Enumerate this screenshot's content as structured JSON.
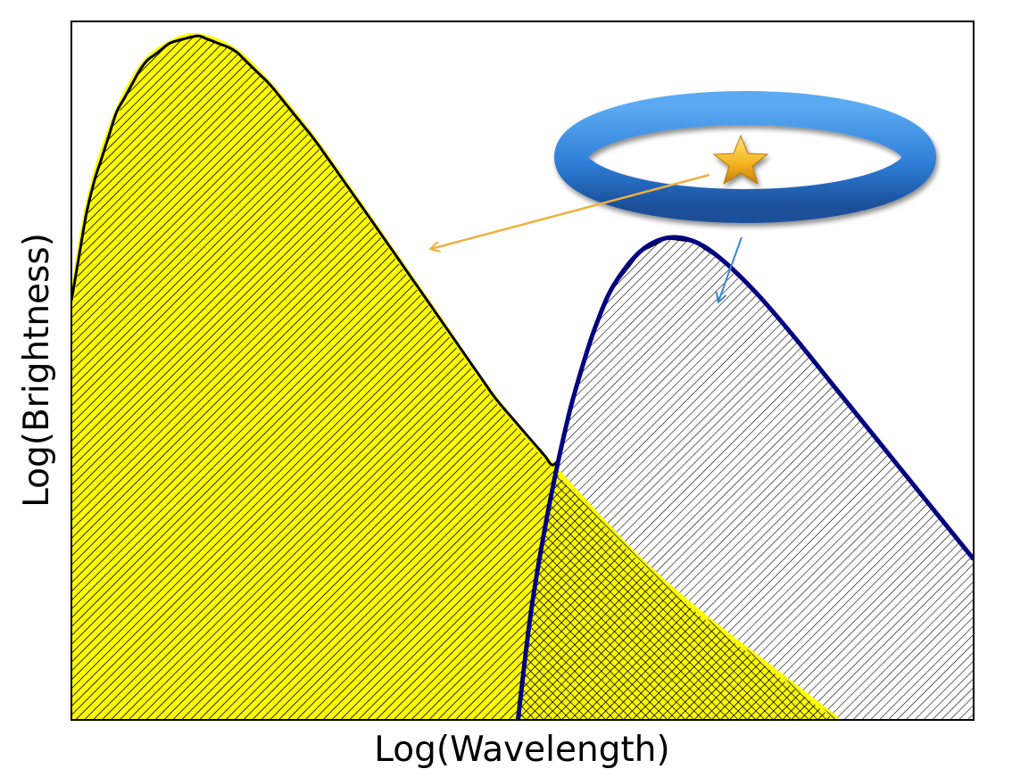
{
  "chart_data": {
    "type": "area",
    "title": "",
    "xlabel": "Log(Wavelength)",
    "ylabel": "Log(Brightness)",
    "x_ticks": [],
    "y_ticks": [],
    "grid": false,
    "legend": "none",
    "xlim": [
      0,
      1
    ],
    "ylim": [
      0,
      1
    ],
    "series": [
      {
        "fill_color": "#ffff00",
        "edge_color": "#ffff00",
        "hatch": "diagonal",
        "x": [
          0,
          0.02,
          0.05,
          0.08,
          0.11,
          0.14,
          0.18,
          0.22,
          0.27,
          0.33,
          0.4,
          0.47,
          0.55,
          0.63,
          0.7,
          0.77,
          0.85
        ],
        "y": [
          0.6,
          0.75,
          0.87,
          0.94,
          0.97,
          0.98,
          0.96,
          0.91,
          0.83,
          0.72,
          0.59,
          0.46,
          0.34,
          0.23,
          0.15,
          0.08,
          0.0
        ]
      },
      {
        "fill_color": "#ffffff",
        "edge_color": "#000080",
        "hatch": "diagonal",
        "x": [
          0.495,
          0.51,
          0.53,
          0.55,
          0.565,
          0.58,
          0.6,
          0.63,
          0.66,
          0.69,
          0.72,
          0.76,
          0.8,
          0.85,
          0.9,
          0.95,
          1.0
        ],
        "y": [
          0.0,
          0.16,
          0.31,
          0.43,
          0.5,
          0.56,
          0.62,
          0.67,
          0.69,
          0.685,
          0.66,
          0.61,
          0.55,
          0.47,
          0.39,
          0.31,
          0.23
        ]
      }
    ],
    "annotations": [
      {
        "kind": "illustration",
        "shape": "ring",
        "color": "#2f7fd8"
      },
      {
        "kind": "illustration",
        "shape": "star",
        "color": "#f3b21d"
      },
      {
        "kind": "arrow",
        "color": "#f0b040",
        "points_to_series": 0
      },
      {
        "kind": "arrow",
        "color": "#3b86d8",
        "points_to_series": 1
      }
    ]
  }
}
